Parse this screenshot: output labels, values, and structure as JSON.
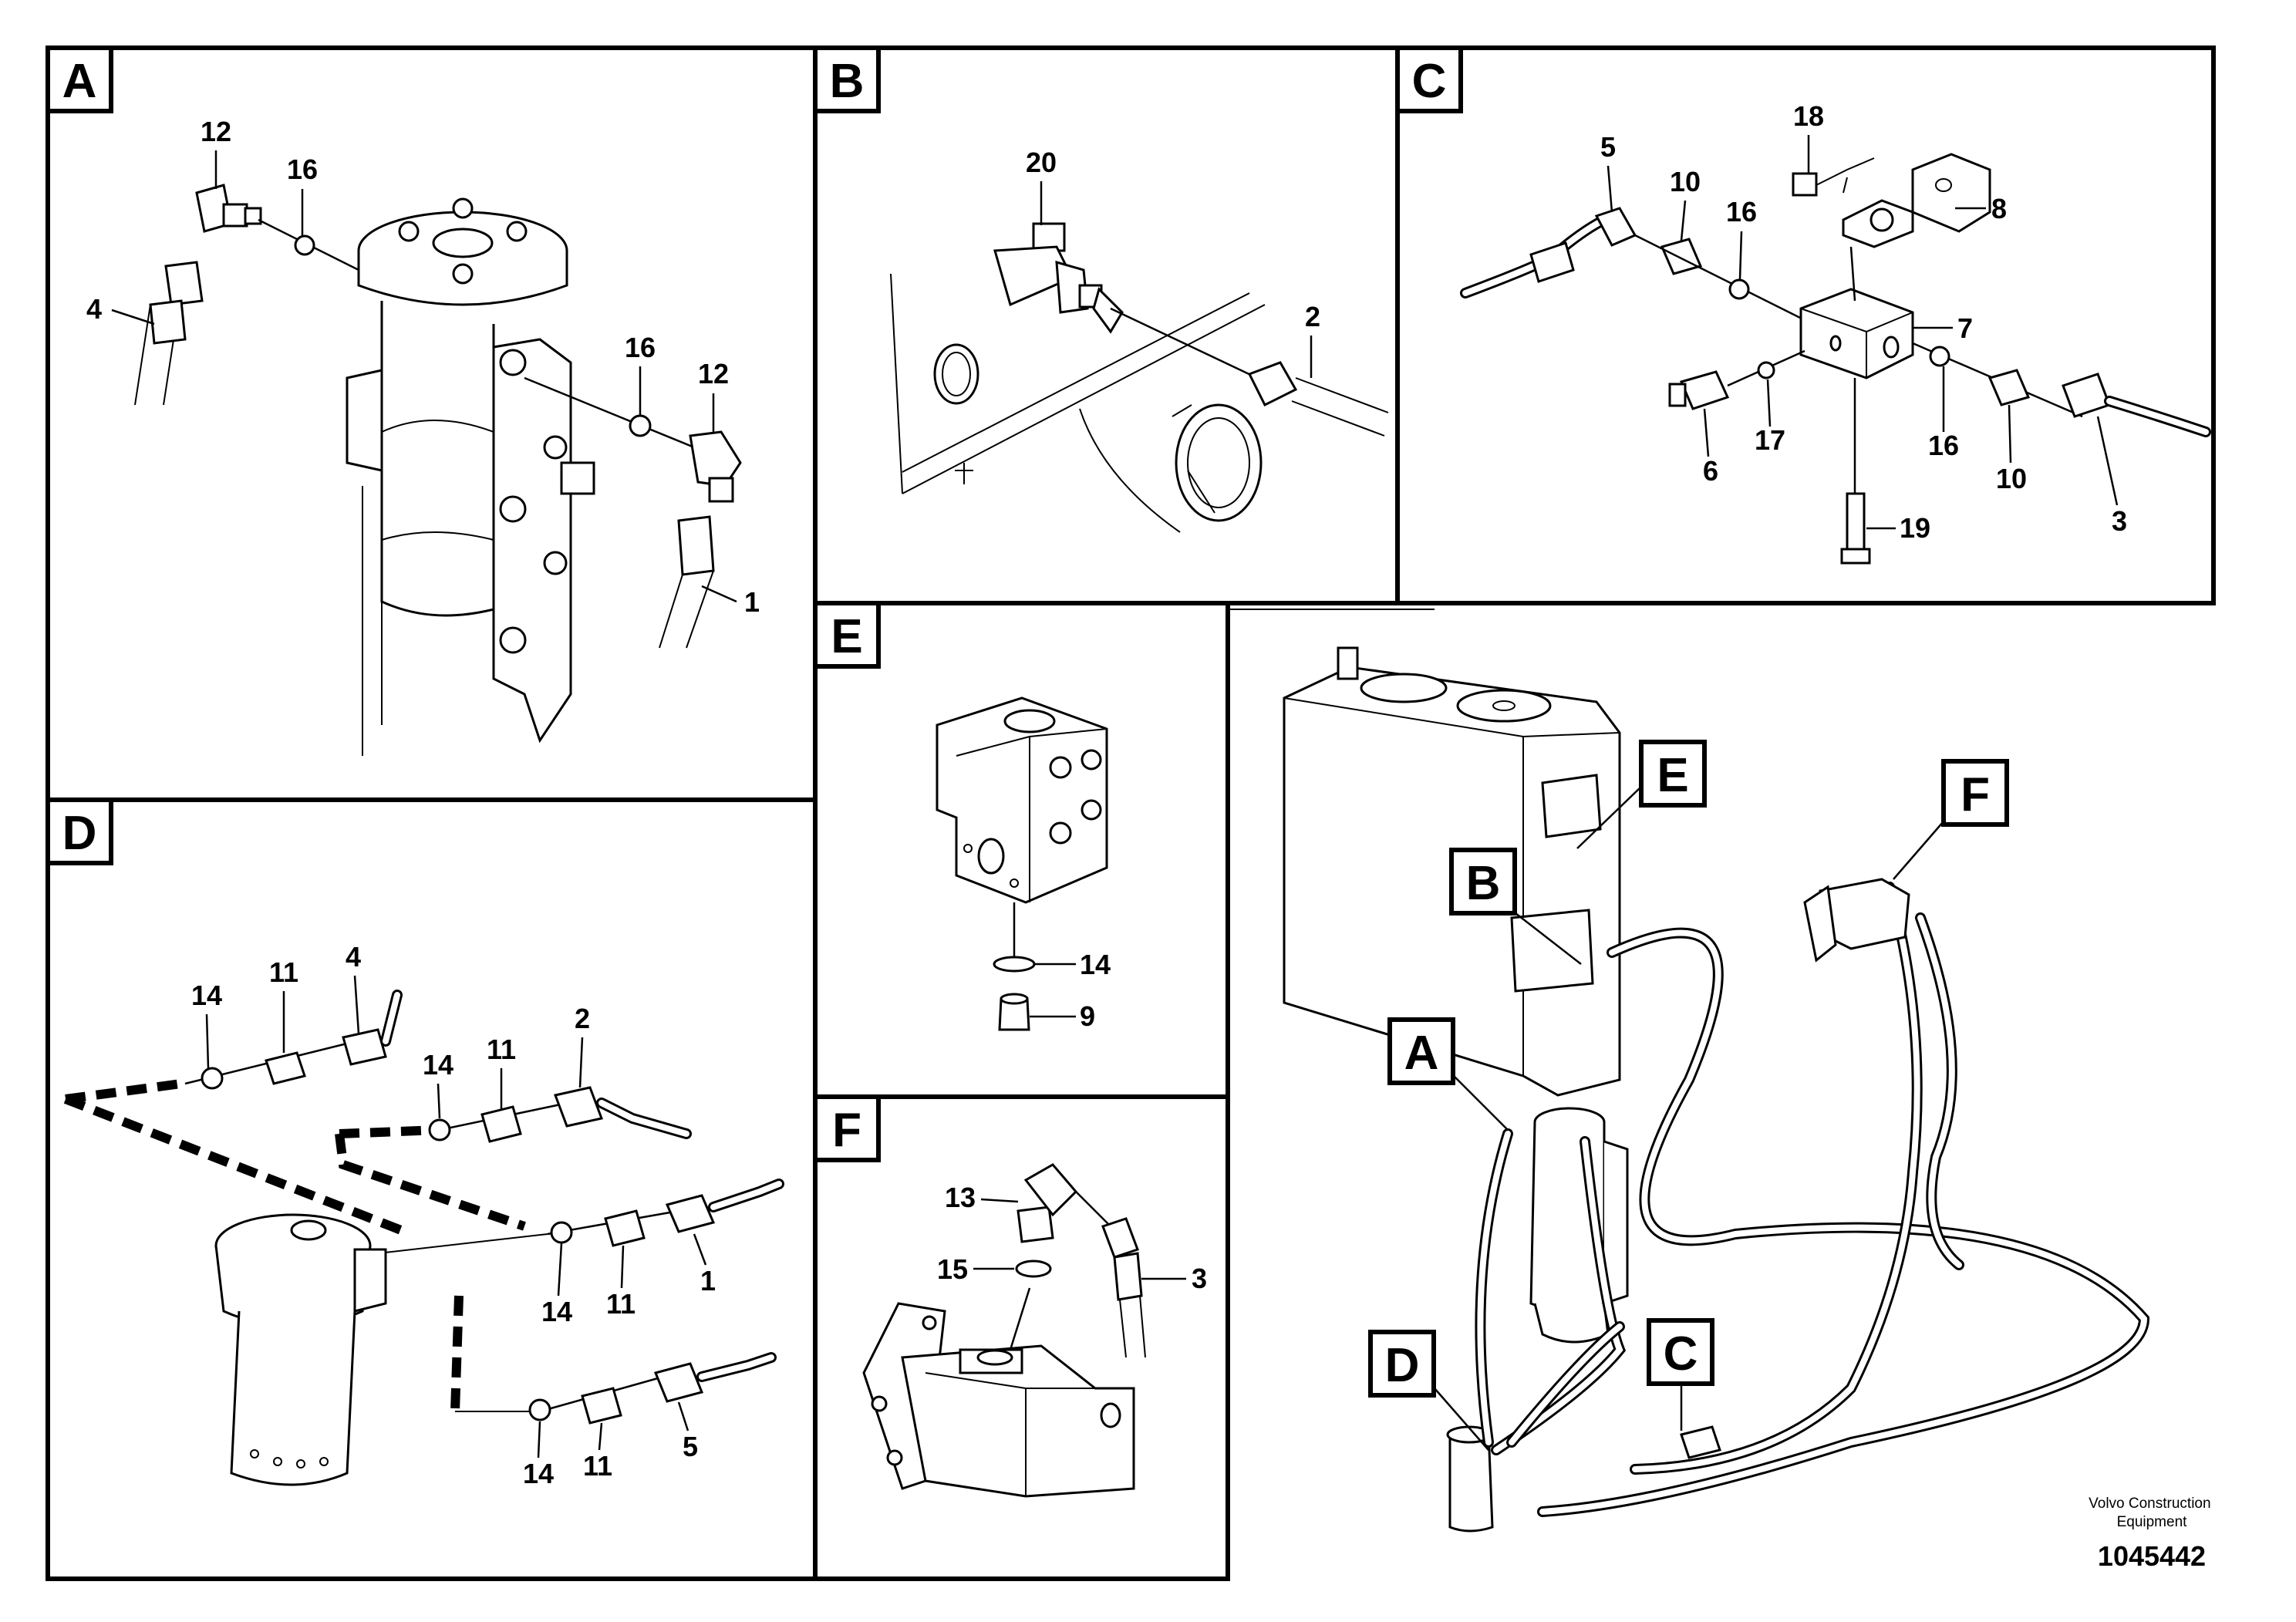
{
  "panels": {
    "A": {
      "tag": "A",
      "callouts": [
        "12",
        "16",
        "4",
        "16",
        "12",
        "1"
      ]
    },
    "B": {
      "tag": "B",
      "callouts": [
        "20",
        "2"
      ]
    },
    "C": {
      "tag": "C",
      "callouts": [
        "5",
        "10",
        "16",
        "18",
        "8",
        "7",
        "16",
        "6",
        "17",
        "10",
        "3",
        "19"
      ]
    },
    "D": {
      "tag": "D",
      "callouts": [
        "14",
        "11",
        "4",
        "2",
        "14",
        "11",
        "1",
        "14",
        "11",
        "14",
        "11",
        "5"
      ]
    },
    "E": {
      "tag": "E",
      "callouts": [
        "14",
        "9"
      ]
    },
    "F": {
      "tag": "F",
      "callouts": [
        "13",
        "15",
        "3"
      ]
    }
  },
  "overview": {
    "tags": [
      "E",
      "B",
      "F",
      "A",
      "D",
      "C"
    ]
  },
  "footer": {
    "brand": "Volvo Construction Equipment",
    "doc_number": "1045442"
  }
}
